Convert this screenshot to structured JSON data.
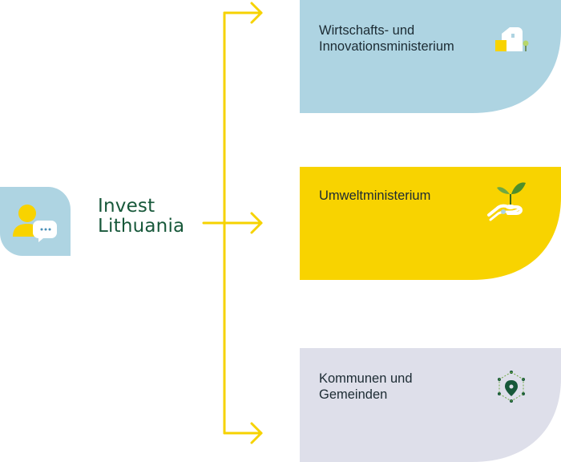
{
  "brand": {
    "line1": "Invest",
    "line2": "Lithuania"
  },
  "targets": [
    {
      "label_lines": [
        "Wirtschafts- und",
        "Innovationsministerium"
      ],
      "icon": "building-icon",
      "color": "#aed4e2"
    },
    {
      "label_lines": [
        "Umweltministerium"
      ],
      "icon": "hand-with-plant-icon",
      "color": "#f8d300"
    },
    {
      "label_lines": [
        "Kommunen und",
        "Gemeinden"
      ],
      "icon": "location-network-icon",
      "color": "#dedfea"
    }
  ],
  "colors": {
    "arrow": "#f6d200",
    "brand_green": "#17583a",
    "person_tile": "#aed4e2"
  }
}
